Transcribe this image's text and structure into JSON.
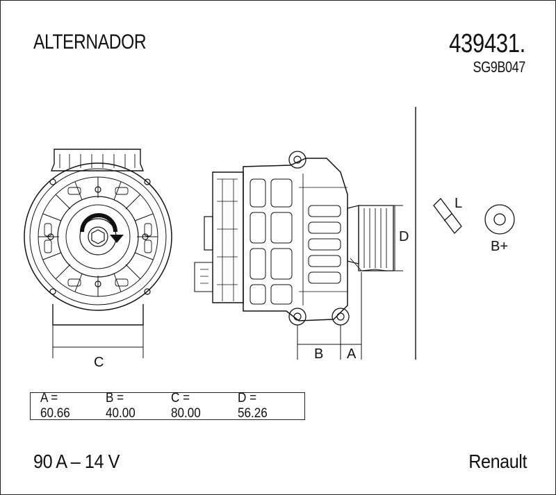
{
  "header": {
    "title": "ALTERNADOR",
    "part_number": "439431.",
    "reference": "SG9B047"
  },
  "dimension_labels": {
    "a": "A",
    "b": "B",
    "c": "C",
    "d": "D"
  },
  "terminal_labels": {
    "l": "L",
    "b_plus": "B+"
  },
  "dimensions": [
    {
      "text": "A = 60.66"
    },
    {
      "text": "B = 40.00"
    },
    {
      "text": "C = 80.00"
    },
    {
      "text": "D = 56.26"
    }
  ],
  "footer": {
    "rating": "90 A – 14 V",
    "brand": "Renault"
  },
  "colors": {
    "ink": "#111111",
    "background": "#ffffff"
  }
}
